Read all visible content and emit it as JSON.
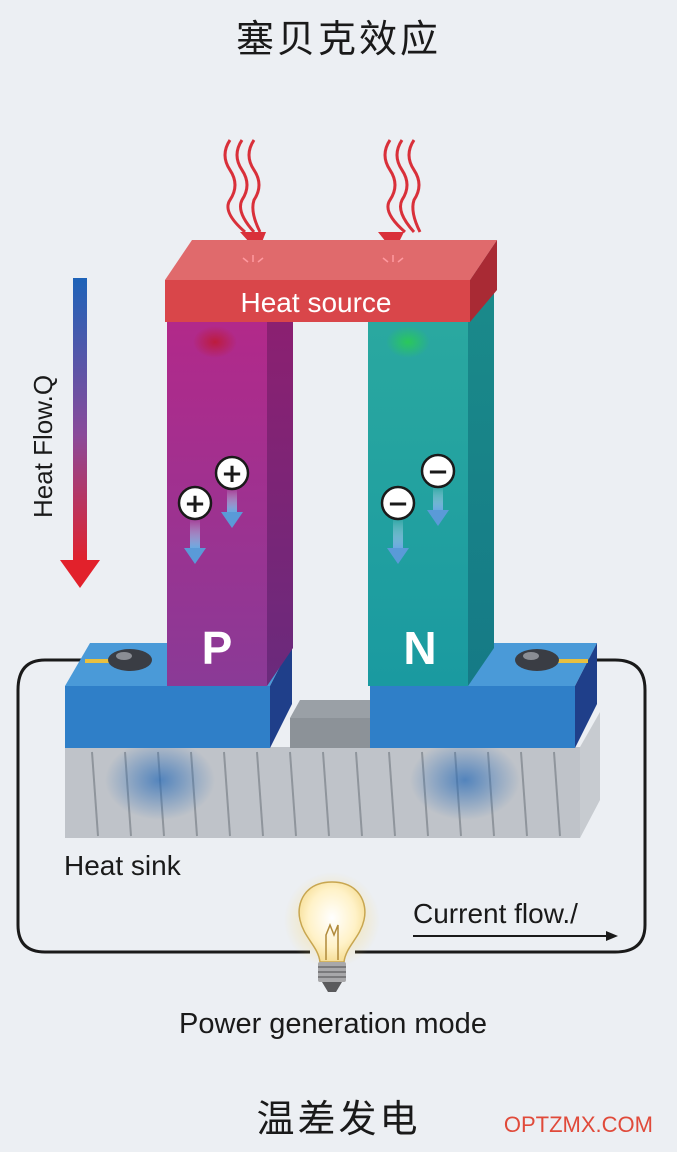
{
  "title_top": "塞贝克效应",
  "title_bottom": "温差发电",
  "watermark": "OPTZMX.COM",
  "labels": {
    "heat_source": "Heat source",
    "heat_flow": "Heat Flow.Q",
    "p_type": "P",
    "n_type": "N",
    "heat_sink": "Heat sink",
    "current_flow": "Current flow./",
    "mode": "Power generation mode"
  },
  "carriers": {
    "p_symbol": "+",
    "n_symbol": "−"
  },
  "colors": {
    "heat_source": "#d9464a",
    "p_leg": "#a52a8a",
    "n_leg": "#1aa39a",
    "electrode": "#2f7fc8",
    "heat_sink": "#b8bcc2",
    "heat_flow_top": "#1e63b8",
    "heat_flow_bottom": "#e2212b"
  }
}
